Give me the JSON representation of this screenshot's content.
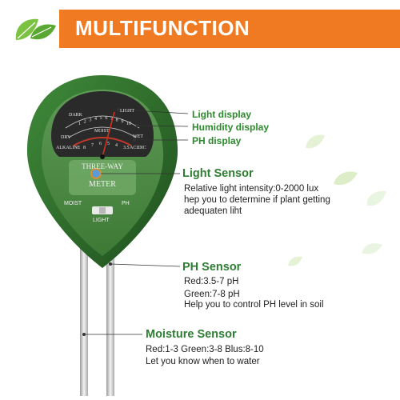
{
  "banner": {
    "title": "MULTIFUNCTION",
    "color": "#f07a22"
  },
  "meter": {
    "body_color": "#2e6b2c",
    "dial": {
      "dark": "DARK",
      "light": "LIGHT",
      "dry": "DRY",
      "moist": "MOIST",
      "wet": "WET",
      "alkaline": "ALKALINE",
      "acidic": "ACIDIC",
      "scale_numbers": [
        "1",
        "2",
        "3",
        "4",
        "5",
        "6",
        "7",
        "8",
        "9",
        "10"
      ],
      "ph_numbers": [
        "8",
        "7",
        "6",
        "5",
        "4",
        "3.5"
      ]
    },
    "face_text_top": "THREE-WAY",
    "face_text_bottom": "METER",
    "switch_left": "MOIST",
    "switch_mid": "LIGHT",
    "switch_right": "PH"
  },
  "callouts": {
    "light_display": "Light display",
    "humidity_display": "Humidity display",
    "ph_display": "PH display"
  },
  "light_sensor": {
    "title": "Light Sensor",
    "lines": [
      "Relative light intensity:0-2000 lux",
      "hep you to determine if plant getting",
      "adequaten liht"
    ]
  },
  "ph_sensor": {
    "title": "PH Sensor",
    "lines": [
      "Red:3.5-7 pH",
      "Green:7-8 pH",
      "Help you to control PH level in soil"
    ]
  },
  "moisture_sensor": {
    "title": "Moisture Sensor",
    "lines": [
      "Red:1-3 Green:3-8 Blus:8-10",
      "Let you know when to water"
    ]
  }
}
